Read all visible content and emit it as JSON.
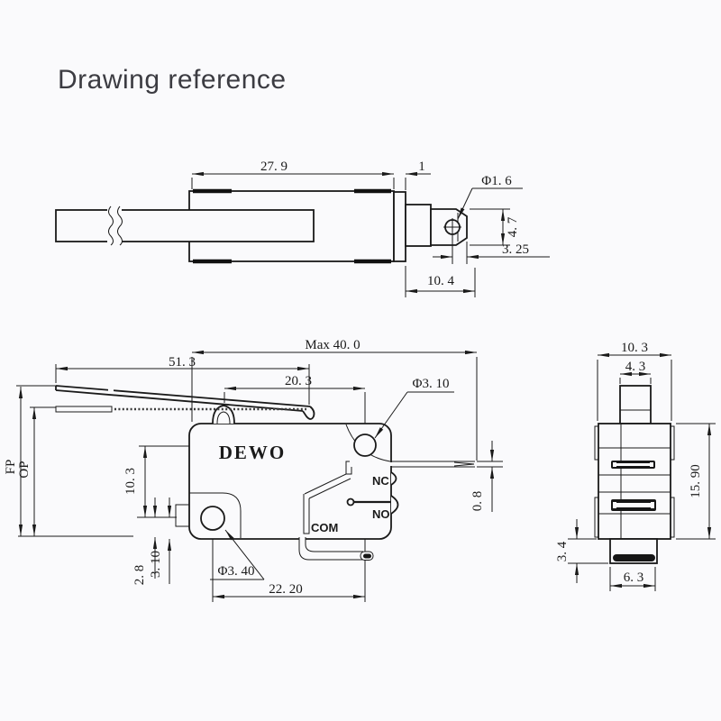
{
  "title": "Drawing reference",
  "brand": "DEWO",
  "top_view": {
    "body_length": "27. 9",
    "collar": "1",
    "hole_dia": "Φ1. 6",
    "terminal_height": "4. 7",
    "hole_offset": "3. 25",
    "terminal_length": "10. 4"
  },
  "front_view": {
    "max_length": "Max 40. 0",
    "lever_length": "51. 3",
    "pivot_to_hole": "20. 3",
    "top_hole_dia": "Φ3. 10",
    "free_position": "FP",
    "operating_position": "OP",
    "hole_rise": "10. 3",
    "needle_thickness": "0. 8",
    "hole_to_base": "2. 8",
    "base_step": "3. 10",
    "bottom_hole_dia": "Φ3. 40",
    "hole_spacing": "22. 20",
    "terminal_nc": "NC",
    "terminal_no": "NO",
    "terminal_com": "COM"
  },
  "side_view": {
    "body_width": "10. 3",
    "plunger_width": "4. 3",
    "body_height": "15. 90",
    "foot_height": "3. 4",
    "foot_width": "6. 3"
  }
}
